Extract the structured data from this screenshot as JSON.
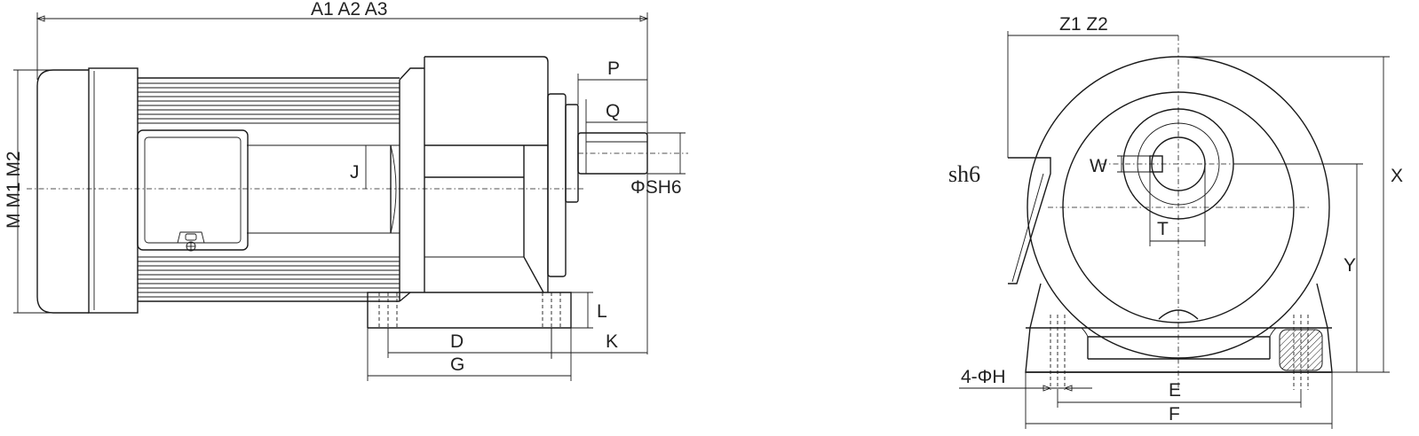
{
  "labels": {
    "a_overall": "A1 A2 A3",
    "m_height": "M M1 M2",
    "p": "P",
    "q": "Q",
    "j": "J",
    "shaft_dia": "ΦSH6",
    "l": "L",
    "k": "K",
    "d": "D",
    "g": "G",
    "z": "Z1 Z2",
    "shaft_tol": "sh6",
    "w": "W",
    "t": "T",
    "x": "X",
    "y": "Y",
    "holes": "4-ΦH",
    "e": "E",
    "f": "F"
  },
  "colors": {
    "line": "#1a1a1a",
    "text": "#222222",
    "background": "#ffffff"
  }
}
